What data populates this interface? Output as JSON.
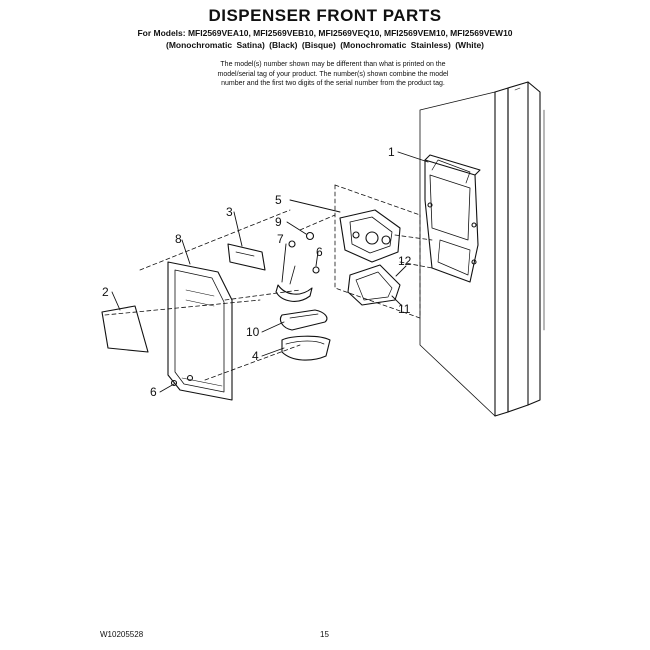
{
  "header": {
    "title": "DISPENSER FRONT PARTS",
    "models": "For Models: MFI2569VEA10, MFI2569VEB10, MFI2569VEQ10, MFI2569VEM10, MFI2569VEW10",
    "colors": "(Monochromatic Satina)  (Black)          (Bisque)  (Monochromatic Stainless)  (White)"
  },
  "note": {
    "line1": "The model(s) number shown may be different than what is printed on the",
    "line2": "model/serial tag of your product. The number(s) shown combine the model",
    "line3": "number and the first two digits of the serial number from the product tag."
  },
  "callouts": {
    "c1": "1",
    "c2": "2",
    "c3": "3",
    "c4": "4",
    "c5": "5",
    "c6a": "6",
    "c6b": "6",
    "c7": "7",
    "c8": "8",
    "c9": "9",
    "c10": "10",
    "c11": "11",
    "c12": "12"
  },
  "footer": {
    "doc_number": "W10205528",
    "page": "15"
  }
}
